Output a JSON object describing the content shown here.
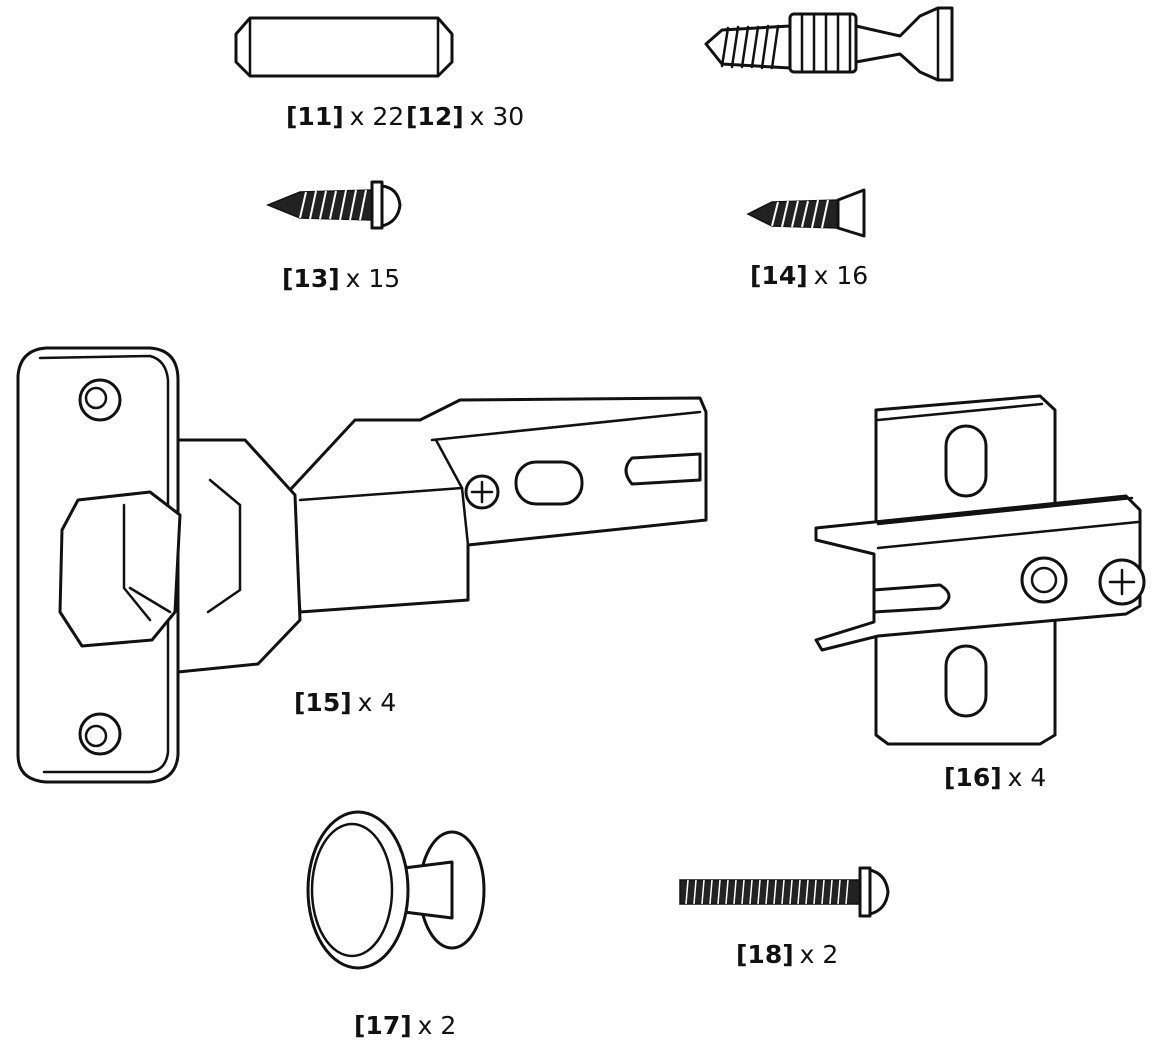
{
  "parts": [
    {
      "id": "[11]",
      "qty": "x 22",
      "icon": "dowel-icon"
    },
    {
      "id": "[12]",
      "qty": "x 30",
      "icon": "cam-bolt-icon"
    },
    {
      "id": "[13]",
      "qty": "x 15",
      "icon": "pan-head-screw-icon"
    },
    {
      "id": "[14]",
      "qty": "x 16",
      "icon": "flat-head-screw-icon"
    },
    {
      "id": "[15]",
      "qty": "x 4",
      "icon": "hinge-icon"
    },
    {
      "id": "[16]",
      "qty": "x 4",
      "icon": "mounting-plate-icon"
    },
    {
      "id": "[17]",
      "qty": "x 2",
      "icon": "knob-icon"
    },
    {
      "id": "[18]",
      "qty": "x 2",
      "icon": "machine-screw-icon"
    }
  ]
}
